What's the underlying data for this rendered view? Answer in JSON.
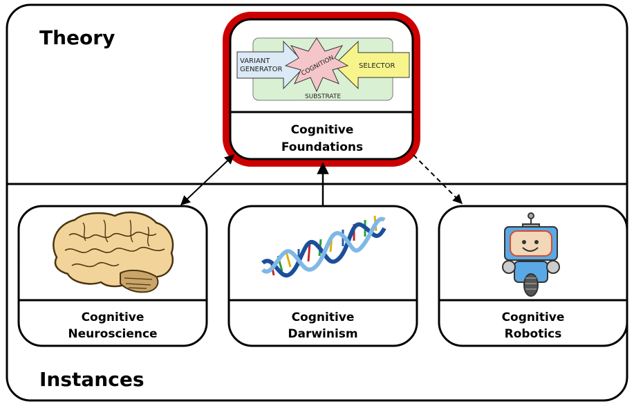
{
  "sections": {
    "theory_label": "Theory",
    "instances_label": "Instances"
  },
  "foundations": {
    "title_line1": "Cognitive",
    "title_line2": "Foundations",
    "highlight_color": "#cc0000",
    "schematic": {
      "variant_generator_line1": "VARIANT",
      "variant_generator_line2": "GENERATOR",
      "cognition": "COGNITION",
      "selector": "SELECTOR",
      "substrate": "SUBSTRATE"
    }
  },
  "instances": [
    {
      "line1": "Cognitive",
      "line2": "Neuroscience",
      "icon": "brain-icon"
    },
    {
      "line1": "Cognitive",
      "line2": "Darwinism",
      "icon": "dna-icon"
    },
    {
      "line1": "Cognitive",
      "line2": "Robotics",
      "icon": "robot-icon"
    }
  ],
  "links": [
    {
      "from": "Cognitive Neuroscience",
      "to": "Cognitive Foundations",
      "style": "solid",
      "direction": "bidirectional"
    },
    {
      "from": "Cognitive Darwinism",
      "to": "Cognitive Foundations",
      "style": "solid",
      "direction": "to-foundations"
    },
    {
      "from": "Cognitive Foundations",
      "to": "Cognitive Robotics",
      "style": "dashed",
      "direction": "to-robotics"
    }
  ]
}
